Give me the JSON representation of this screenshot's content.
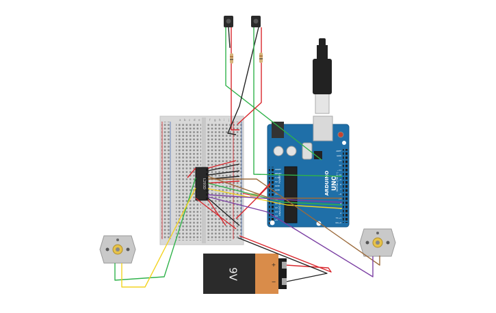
{
  "battery": {
    "label": "9V",
    "plus": "+",
    "minus": "−"
  },
  "motor_driver": {
    "label": "L293D"
  },
  "arduino": {
    "brand": "ARDUINO",
    "model": "UNO",
    "digital_header": "DIGITAL (PWM~)",
    "analog_header": "ANALOG IN",
    "power_header": "POWER",
    "pins_right": [
      "AREF",
      "GND",
      "13",
      "12",
      "~11",
      "~10",
      "~9",
      "8",
      "7",
      "~6",
      "~5",
      "4",
      "~3",
      "2",
      "TX→1",
      "RX←0"
    ],
    "pins_left": [
      "IOREF",
      "RESET",
      "3.3V",
      "5V",
      "GND",
      "GND",
      "Vin",
      "A0",
      "A1",
      "A2",
      "A3",
      "A4",
      "A5"
    ]
  },
  "breadboard": {
    "rows_left": [
      "a",
      "b",
      "c",
      "d",
      "e"
    ],
    "rows_right": [
      "f",
      "g",
      "h",
      "i",
      "j"
    ]
  },
  "colors": {
    "wire_green": "#2fb24a",
    "wire_red": "#d8262c",
    "wire_black": "#222222",
    "wire_yellow": "#f3d320",
    "wire_purple": "#7b3fa3",
    "wire_brown": "#9c6b3c",
    "arduino_blue": "#1f6fa8",
    "battery_orange": "#d98c4a"
  }
}
